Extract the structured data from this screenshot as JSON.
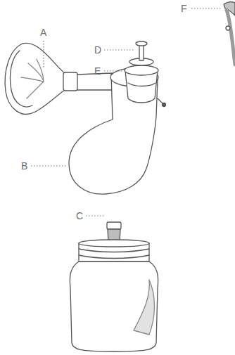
{
  "diagram": {
    "labels": [
      "F",
      "A",
      "D",
      "E",
      "B",
      "C"
    ]
  }
}
